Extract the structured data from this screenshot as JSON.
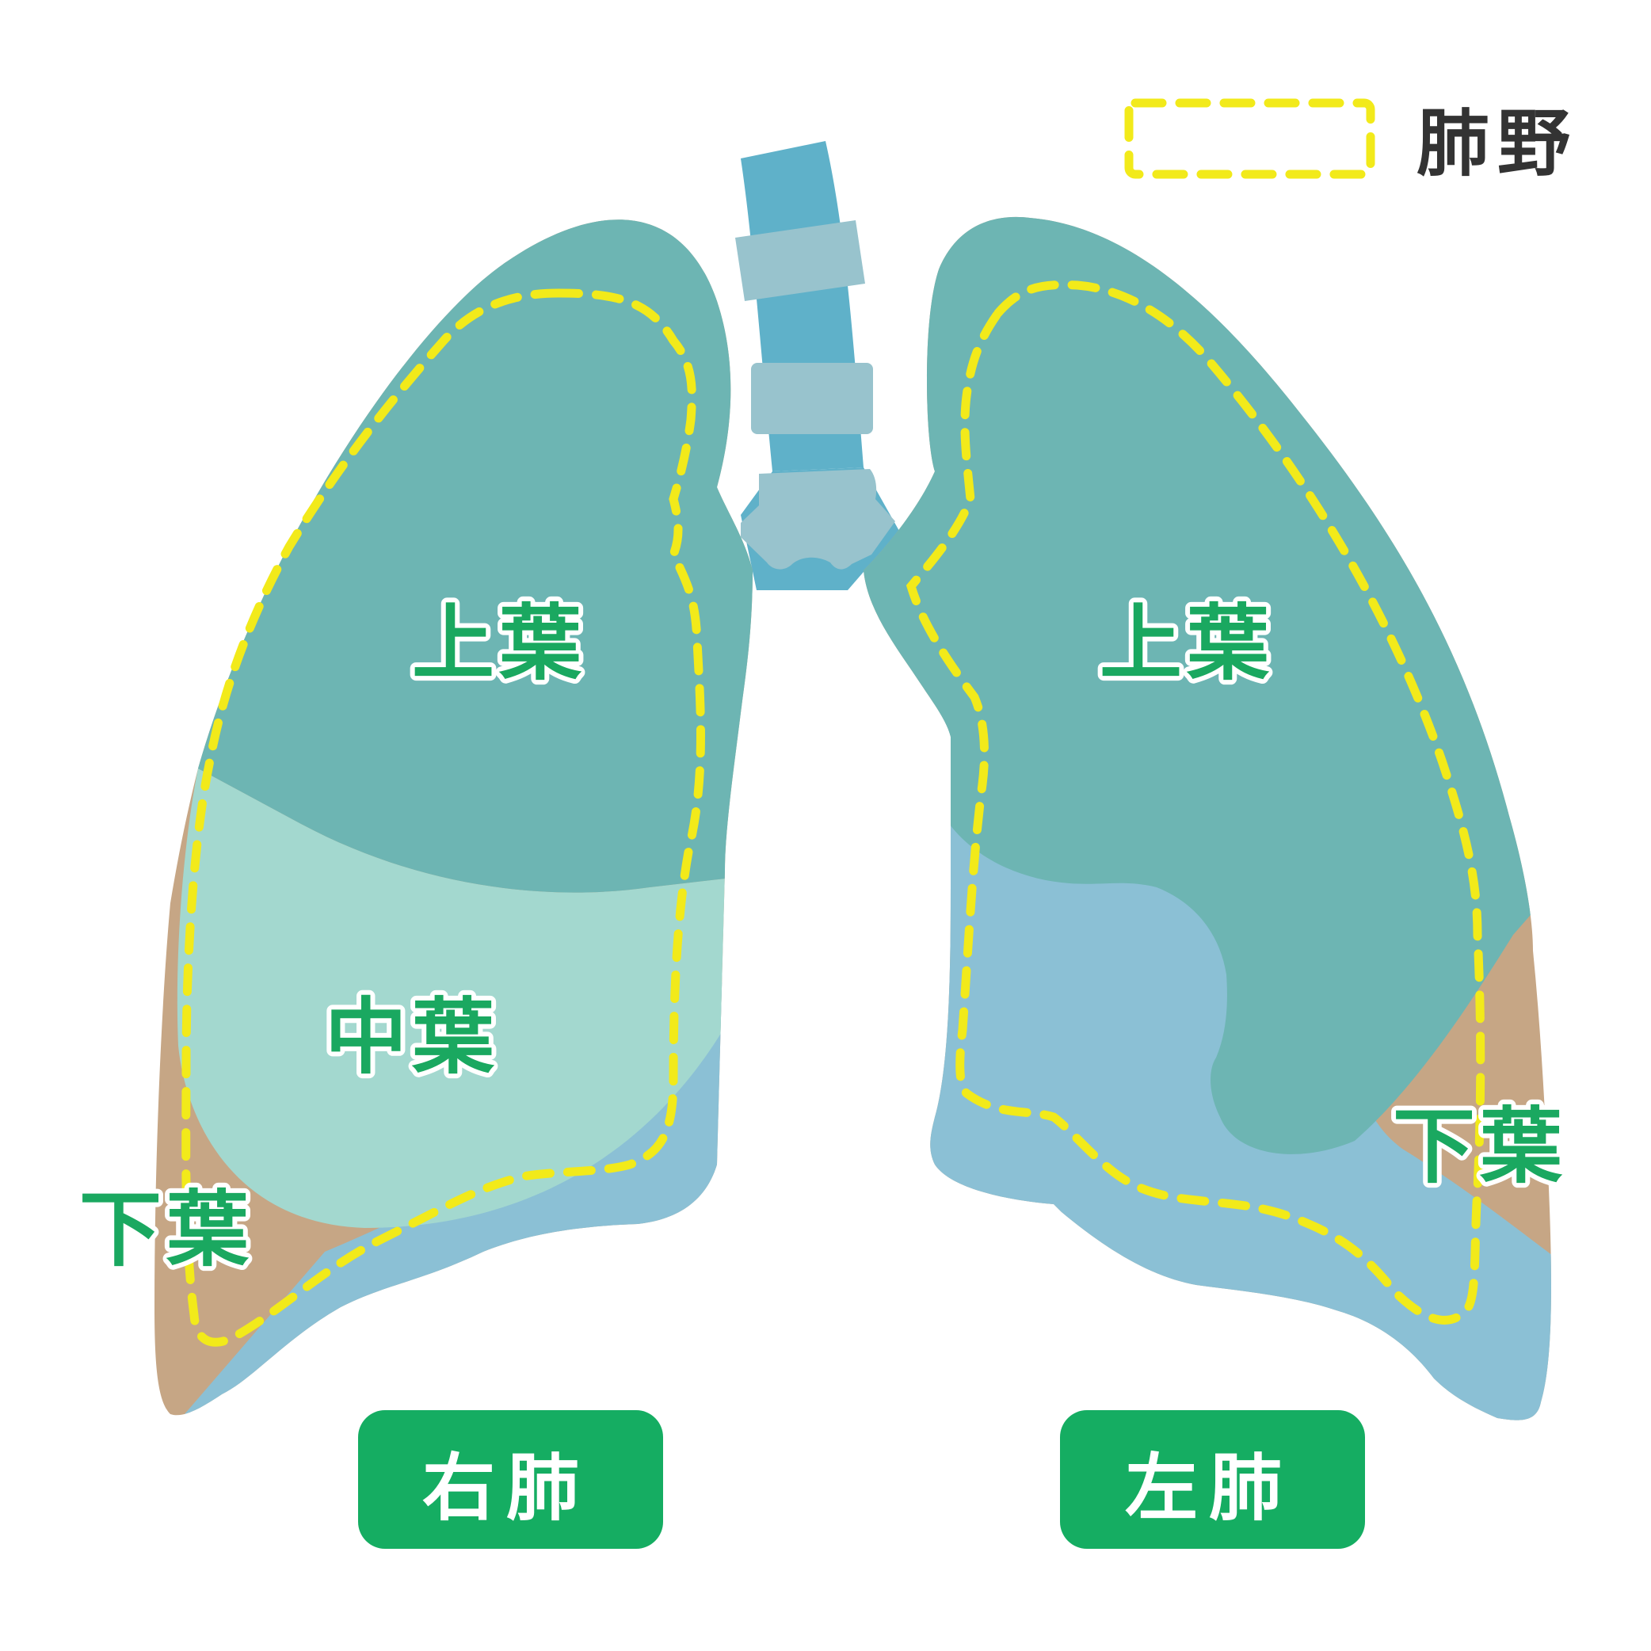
{
  "legend": {
    "label": "肺野",
    "line_color": "#f2ea1a"
  },
  "right_lung": {
    "name": "右肺",
    "upper_lobe": "上葉",
    "middle_lobe": "中葉",
    "lower_lobe": "下葉"
  },
  "left_lung": {
    "name": "左肺",
    "upper_lobe": "上葉",
    "lower_lobe": "下葉"
  },
  "colors": {
    "upper_lobe": "#6db5b3",
    "middle_lobe": "#a3d8cf",
    "lower_lobe_front": "#8bc0d5",
    "lower_lobe_back": "#c6a685",
    "trachea": "#5fb1c9",
    "cartilage": "#98c3cd",
    "label_green": "#1aa860",
    "badge_green": "#15ad62"
  }
}
